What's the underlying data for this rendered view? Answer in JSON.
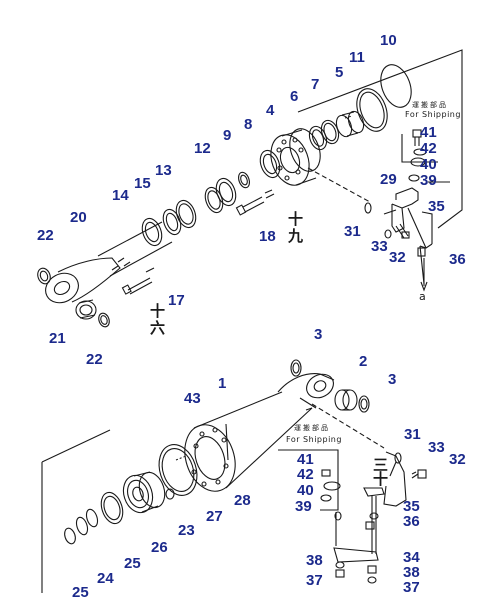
{
  "labels": {
    "l1": "1",
    "l2": "2",
    "l3a": "3",
    "l3b": "3",
    "l4": "4",
    "l5": "5",
    "l6": "6",
    "l7": "7",
    "l8": "8",
    "l9": "9",
    "l10": "10",
    "l11": "11",
    "l12": "12",
    "l13": "13",
    "l14": "14",
    "l15": "15",
    "l17": "17",
    "l18": "18",
    "l20": "20",
    "l21": "21",
    "l22a": "22",
    "l22b": "22",
    "l23": "23",
    "l24": "24",
    "l25a": "25",
    "l25b": "25",
    "l26": "26",
    "l27": "27",
    "l28": "28",
    "l29": "29",
    "l31a": "31",
    "l31b": "31",
    "l32a": "32",
    "l32b": "32",
    "l33a": "33",
    "l33b": "33",
    "l34": "34",
    "l35a": "35",
    "l35b": "35",
    "l36a": "36",
    "l36b": "36",
    "l37a": "37",
    "l37b": "37",
    "l38a": "38",
    "l38b": "38",
    "l39a": "39",
    "l39b": "39",
    "l40a": "40",
    "l40b": "40",
    "l41a": "41",
    "l41b": "41",
    "l42a": "42",
    "l42b": "42",
    "l43": "43"
  },
  "shipping": {
    "jp_top": "運搬部品",
    "en_top": "For Shipping",
    "jp_bottom": "運搬部品",
    "en_bottom": "For Shipping"
  },
  "kanji_marks": {
    "k16_a": "十",
    "k16_b": "六",
    "k19_a": "十",
    "k19_b": "九",
    "k30_a": "三",
    "k30_b": "十"
  },
  "flow_mark": "a"
}
